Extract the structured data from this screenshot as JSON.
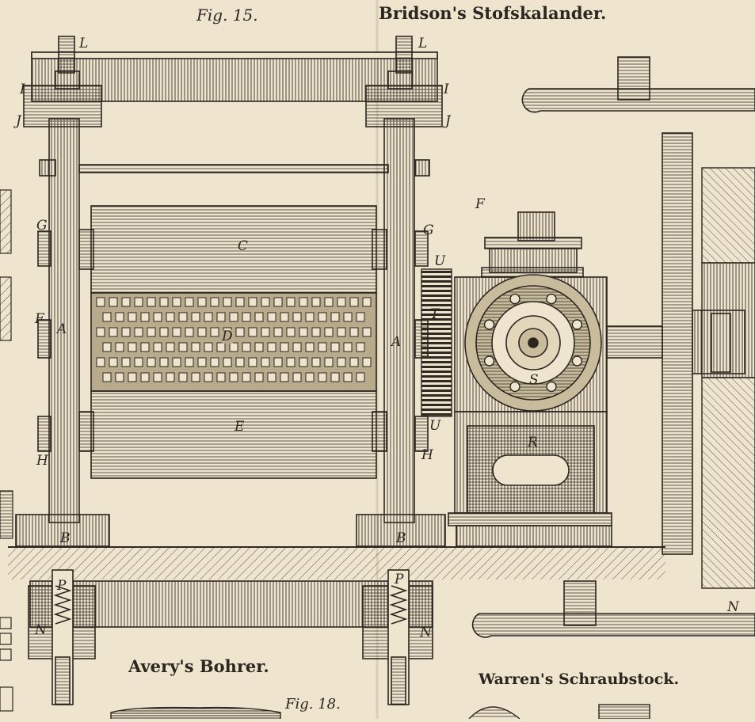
{
  "titles": {
    "fig15": "Fig. 15.",
    "bridson": "Bridson's Stofskalander.",
    "avery": "Avery's Bohrer.",
    "warren": "Warren's Schraubstock.",
    "fig18": "Fig. 18."
  },
  "labels": {
    "L": "L",
    "I": "I",
    "J": "J",
    "G": "G",
    "F": "F",
    "A": "A",
    "H": "H",
    "B": "B",
    "P": "P",
    "N": "N",
    "C": "C",
    "D": "D",
    "E": "E",
    "U": "U",
    "T": "T",
    "S": "S",
    "R": "R"
  }
}
